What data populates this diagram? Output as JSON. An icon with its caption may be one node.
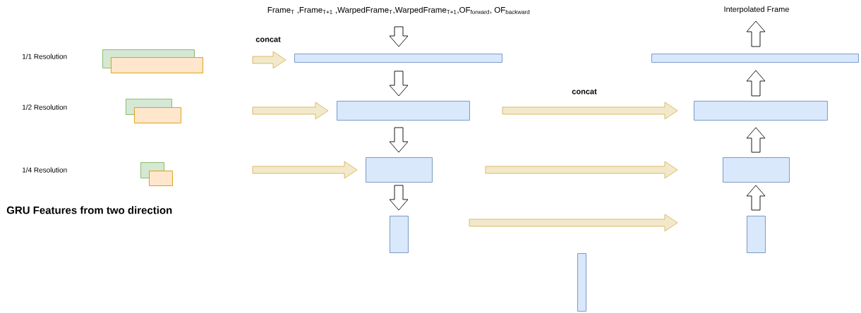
{
  "diagram": {
    "nodes": [
      {
        "text": [
          "Frame$_{T}$ ,Frame$_{T+1}$ ,WarpedFrame$_{T}$,WarpedFrame$_{T+1}$,OF$_{forward}$, OF$_{backward}$"
        ]
      },
      {
        "text": [
          "Interpolated Frame"
        ]
      },
      {
        "text": [],
        "shape": "box"
      },
      {
        "text": [],
        "shape": "box"
      },
      {
        "text": [],
        "shape": "box"
      },
      {
        "text": [],
        "shape": "box"
      },
      {
        "text": [],
        "shape": "box"
      },
      {
        "text": [],
        "shape": "box"
      },
      {
        "text": [],
        "shape": "box"
      },
      {
        "text": [],
        "shape": "box"
      },
      {
        "text": [],
        "shape": "box"
      },
      {
        "text": [],
        "shape": "box"
      },
      {
        "text": [],
        "shape": "box"
      },
      {
        "text": [],
        "shape": "box"
      },
      {
        "text": [],
        "shape": "box"
      },
      {
        "text": [],
        "shape": "box"
      },
      {
        "text": [],
        "shape": "box"
      }
    ],
    "edges": [
      {
        "from": null,
        "to": 8,
        "arrow": "to",
        "label": "concat",
        "color": "#d6b656"
      },
      {
        "from": 0,
        "to": 8,
        "arrow": "to"
      },
      {
        "from": 8,
        "to": 10,
        "arrow": "to"
      },
      {
        "from": null,
        "to": 10,
        "arrow": "to",
        "color": "#d6b656"
      },
      {
        "from": 10,
        "to": 12,
        "arrow": "to"
      },
      {
        "from": null,
        "to": 12,
        "arrow": "to",
        "color": "#d6b656"
      },
      {
        "from": 12,
        "to": 14,
        "arrow": "to"
      },
      {
        "from": 10,
        "to": 11,
        "arrow": "to",
        "label": "concat",
        "color": "#d6b656"
      },
      {
        "from": 12,
        "to": 13,
        "arrow": "to",
        "color": "#d6b656"
      },
      {
        "from": 14,
        "to": 15,
        "arrow": "to",
        "color": "#d6b656"
      },
      {
        "from": 15,
        "to": 13,
        "arrow": "to"
      },
      {
        "from": 13,
        "to": 11,
        "arrow": "to"
      },
      {
        "from": 11,
        "to": 9,
        "arrow": "to"
      },
      {
        "from": 9,
        "to": 1,
        "arrow": "to"
      }
    ],
    "labels": [
      "1/1 Resolution",
      "1/2 Resolution",
      "1/4 Resolution",
      "GRU Features from two direction"
    ]
  }
}
